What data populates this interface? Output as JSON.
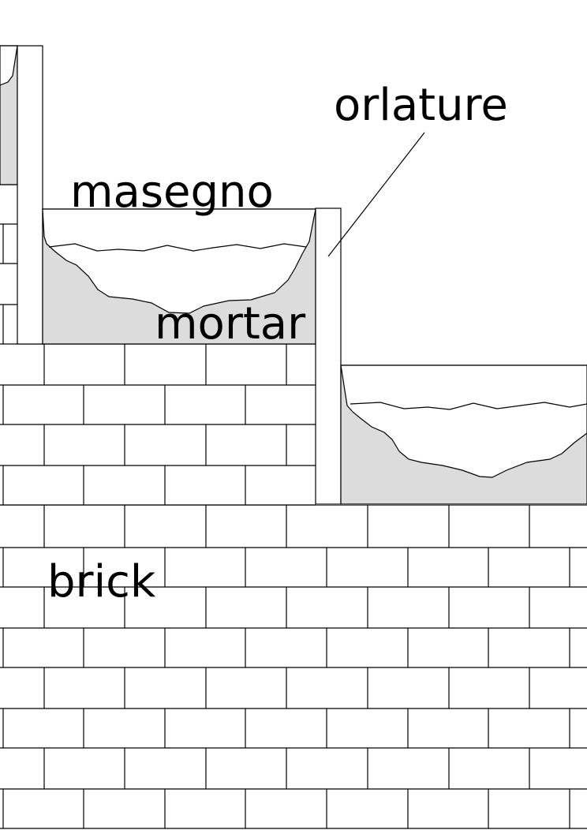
{
  "labels": {
    "orlature": "orlature",
    "masegno": "masegno",
    "mortar": "mortar",
    "brick": "brick"
  },
  "colors": {
    "mortar_fill": "#dcdcdc",
    "line": "#000000",
    "background": "#ffffff"
  }
}
